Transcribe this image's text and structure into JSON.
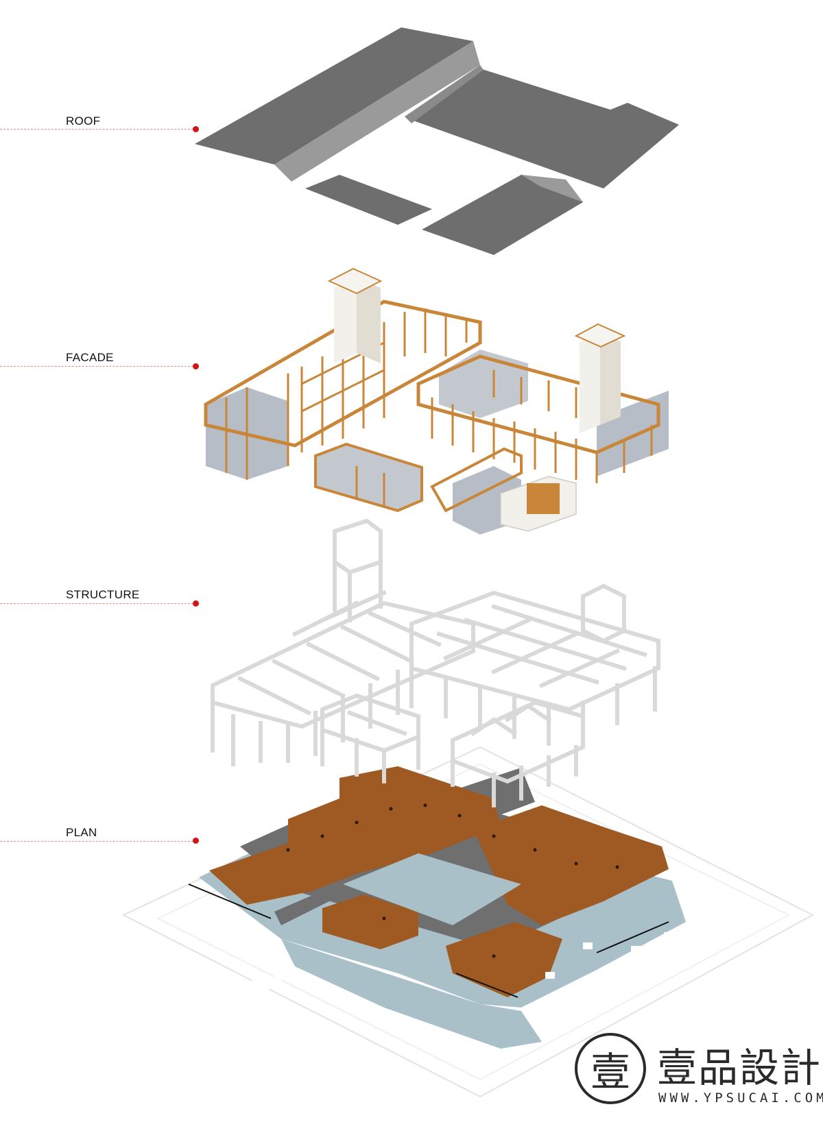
{
  "layers": {
    "roof": "ROOF",
    "facade": "FACADE",
    "structure": "STRUCTURE",
    "plan": "PLAN"
  },
  "colors": {
    "roof": "#6e6e6e",
    "roof_light": "#9a9a9a",
    "wood": "#c98638",
    "wood_dark": "#a9672a",
    "glass": "#b7bdc6",
    "structure": "#d9d9d9",
    "floor": "#9e5a22",
    "corridor": "#6f6f6f",
    "water": "#a9c0c8",
    "leader": "#e58a8a",
    "marker": "#d21414"
  },
  "logo": {
    "glyph": "壹",
    "name": "壹品設計",
    "url": "WWW.YPSUCAI.COM"
  }
}
